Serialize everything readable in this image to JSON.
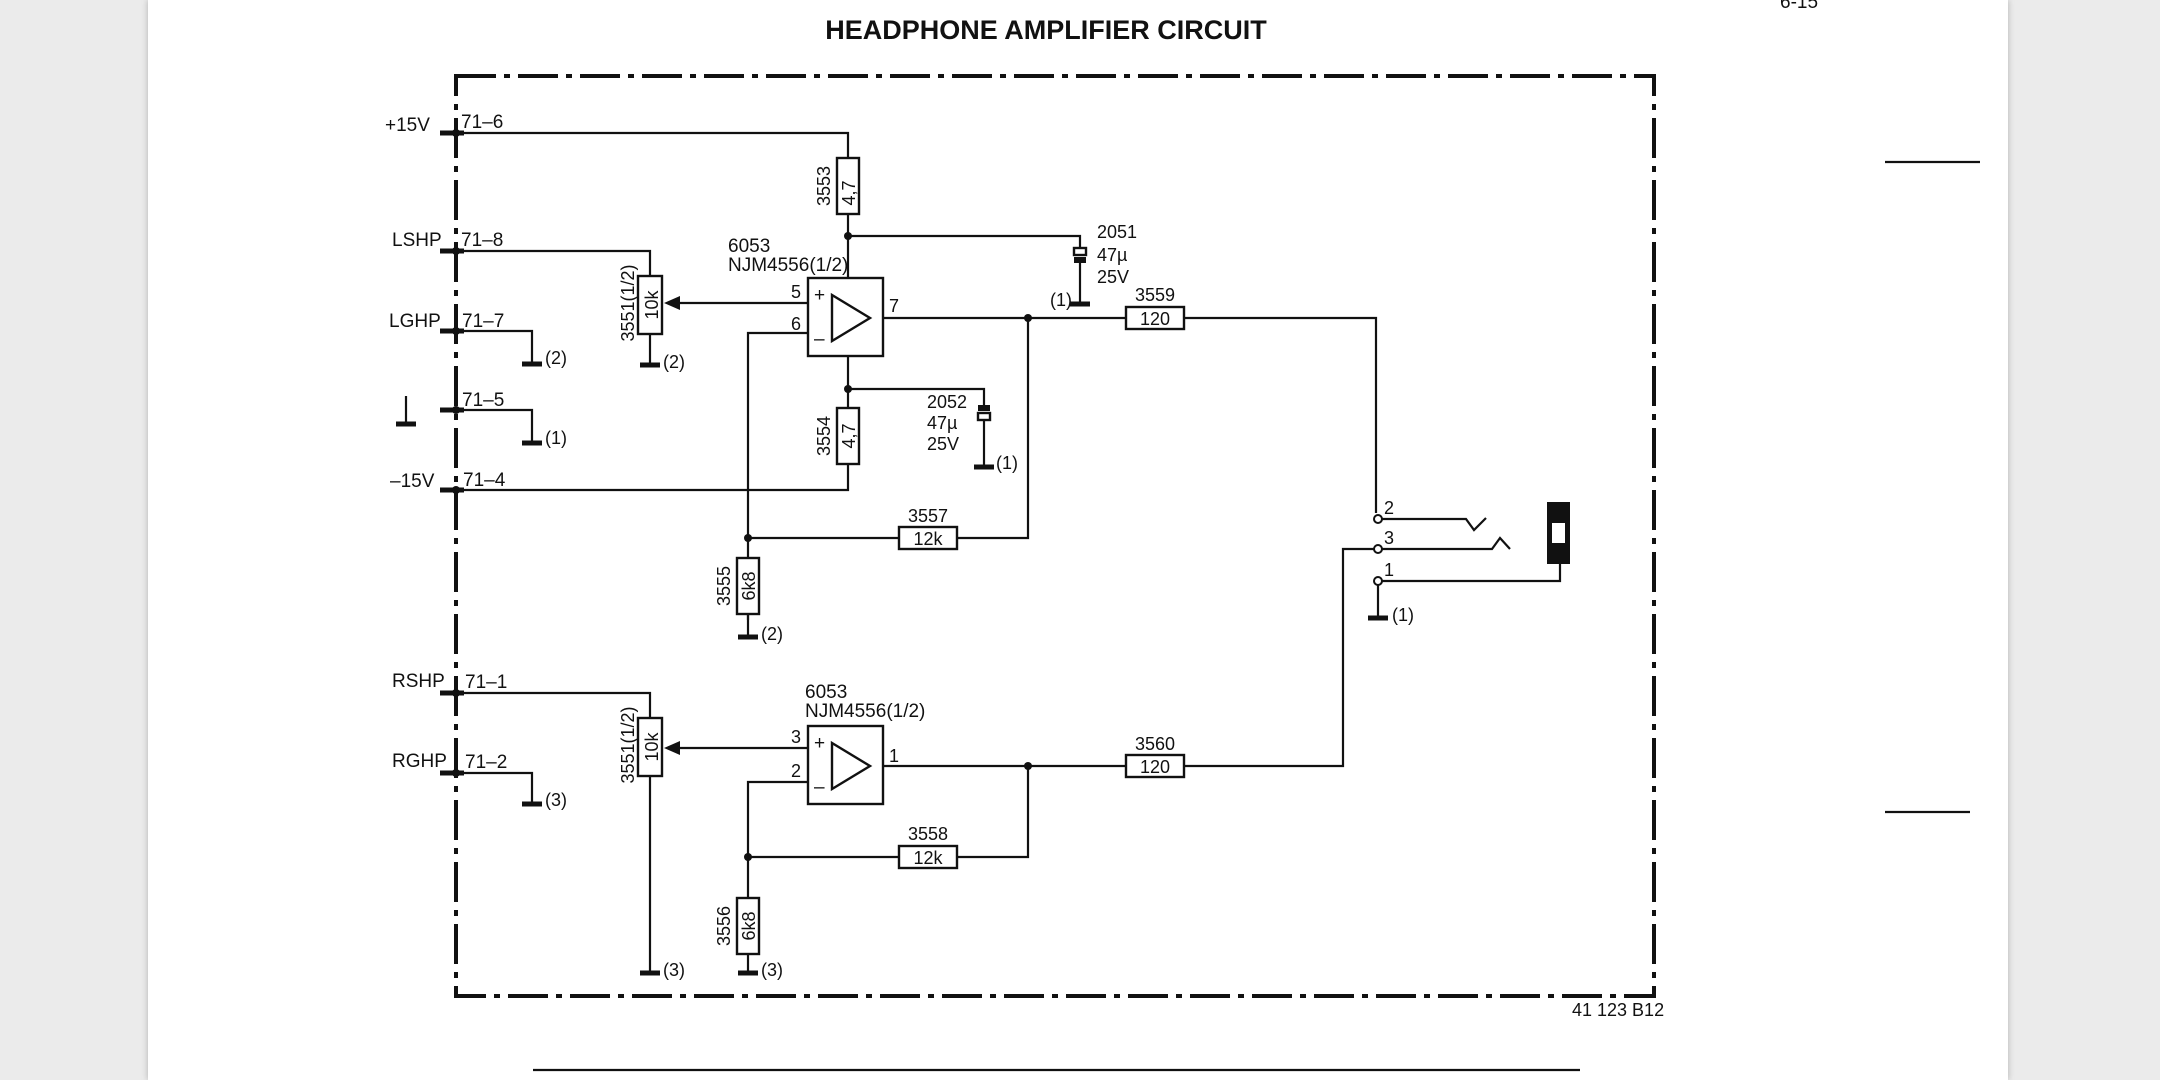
{
  "title": "HEADPHONE AMPLIFIER CIRCUIT",
  "page_number": "6-15",
  "drawing_code": "41 123 B12",
  "connector_pins": [
    {
      "signal": "+15V",
      "pin": "71–6"
    },
    {
      "signal": "LSHP",
      "pin": "71–8"
    },
    {
      "signal": "LGHP",
      "pin": "71–7"
    },
    {
      "signal": "",
      "pin": "71–5"
    },
    {
      "signal": "–15V",
      "pin": "71–4"
    },
    {
      "signal": "RSHP",
      "pin": "71–1"
    },
    {
      "signal": "RGHP",
      "pin": "71–2"
    }
  ],
  "ground_refs": {
    "g1": "(1)",
    "g2": "(2)",
    "g3": "(3)"
  },
  "components": {
    "r3553": {
      "ref": "3553",
      "value": "4,7"
    },
    "r3554": {
      "ref": "3554",
      "value": "4,7"
    },
    "c2051": {
      "ref": "2051",
      "value": "47µ",
      "voltage": "25V"
    },
    "c2052": {
      "ref": "2052",
      "value": "47µ",
      "voltage": "25V"
    },
    "pot_left": {
      "ref": "3551(1/2)",
      "value": "10k"
    },
    "pot_right": {
      "ref": "3551(1/2)",
      "value": "10k"
    },
    "ic_top": {
      "ref": "6053",
      "part": "NJM4556(1/2)",
      "plus_pin": "5",
      "minus_pin": "6",
      "out_pin": "7"
    },
    "ic_bottom": {
      "ref": "6053",
      "part": "NJM4556(1/2)",
      "plus_pin": "3",
      "minus_pin": "2",
      "out_pin": "1"
    },
    "r3559": {
      "ref": "3559",
      "value": "120"
    },
    "r3560": {
      "ref": "3560",
      "value": "120"
    },
    "r3557": {
      "ref": "3557",
      "value": "12k"
    },
    "r3558": {
      "ref": "3558",
      "value": "12k"
    },
    "r3555": {
      "ref": "3555",
      "value": "6k8"
    },
    "r3556": {
      "ref": "3556",
      "value": "6k8"
    }
  },
  "jack_pins": {
    "p1": "1",
    "p2": "2",
    "p3": "3"
  },
  "opamp_signs": {
    "plus": "+",
    "minus": "–"
  }
}
